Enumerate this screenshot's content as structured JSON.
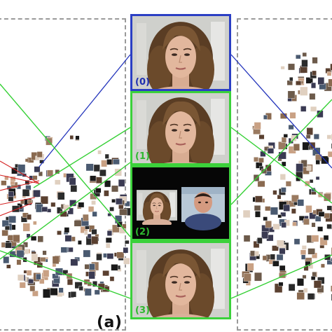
{
  "figure": {
    "panel_label": "(a)",
    "thumbnails": [
      {
        "number": "(0)",
        "border_color": "#2b3fc4",
        "number_color": "#1f2fb0",
        "kind": "face"
      },
      {
        "number": "(1)",
        "border_color": "#3bd13b",
        "number_color": "#2fb82f",
        "kind": "face"
      },
      {
        "number": "(2)",
        "border_color": "#3bd13b",
        "number_color": "#2fb82f",
        "kind": "pair"
      },
      {
        "number": "(3)",
        "border_color": "#3bd13b",
        "number_color": "#2fb82f",
        "kind": "face"
      }
    ],
    "colors": {
      "blue_line": "#2233bb",
      "green_line": "#35d035",
      "red_line": "#d42020",
      "dashed_frame": "#9a9a9a"
    }
  }
}
